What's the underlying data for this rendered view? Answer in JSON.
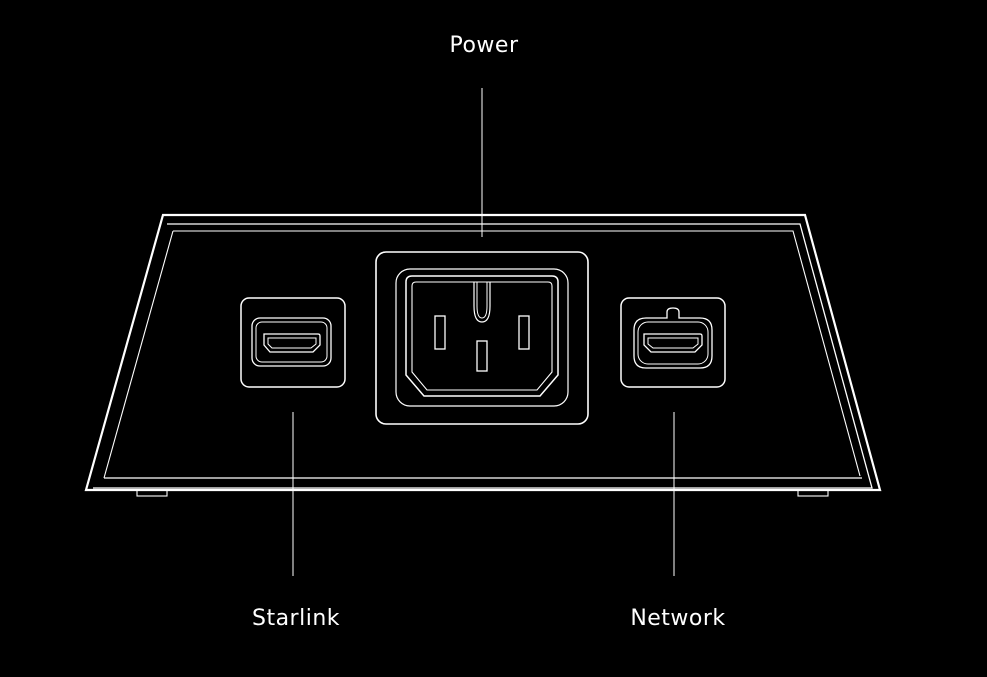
{
  "labels": {
    "power": "Power",
    "starlink": "Starlink",
    "network": "Network"
  },
  "colors": {
    "background": "#000000",
    "line": "#ffffff"
  },
  "icons": {
    "power_port": "iec-c14-power-inlet-icon",
    "starlink_port": "rectangular-port-icon",
    "network_port": "rounded-network-port-icon"
  }
}
